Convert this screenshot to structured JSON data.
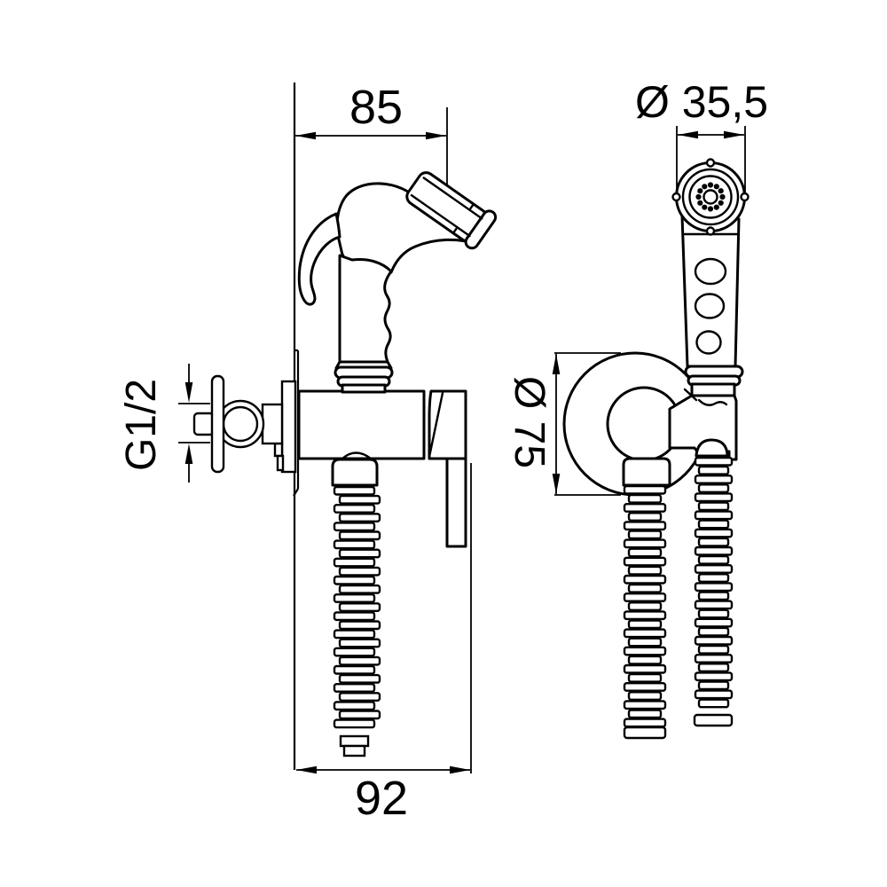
{
  "drawing": {
    "background": "#ffffff",
    "line_color": "#000000",
    "labels": {
      "head_width": "85",
      "head_diameter": "Ø 35,5",
      "inlet_thread": "G1/2",
      "rosette_diameter": "Ø 75",
      "mount_depth": "92"
    }
  }
}
